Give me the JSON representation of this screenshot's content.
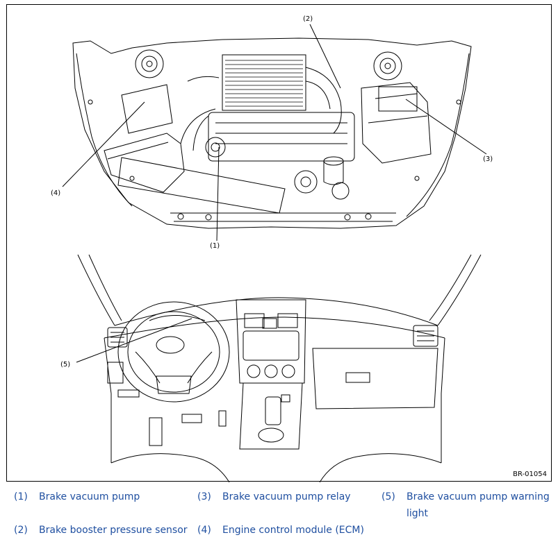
{
  "figure": {
    "id_label": "BR-01054",
    "callouts": [
      "(1)",
      "(2)",
      "(3)",
      "(4)",
      "(5)"
    ]
  },
  "legend": [
    {
      "num": "(1)",
      "text": "Brake vacuum pump"
    },
    {
      "num": "(2)",
      "text": "Brake booster pressure sensor"
    },
    {
      "num": "(3)",
      "text": "Brake vacuum pump relay"
    },
    {
      "num": "(4)",
      "text": "Engine control module (ECM)"
    },
    {
      "num": "(5)",
      "text": "Brake vacuum pump warning"
    },
    {
      "num": "",
      "text": "light"
    }
  ],
  "colors": {
    "legend_text": "#1f4fa0",
    "line_art": "#000000"
  }
}
